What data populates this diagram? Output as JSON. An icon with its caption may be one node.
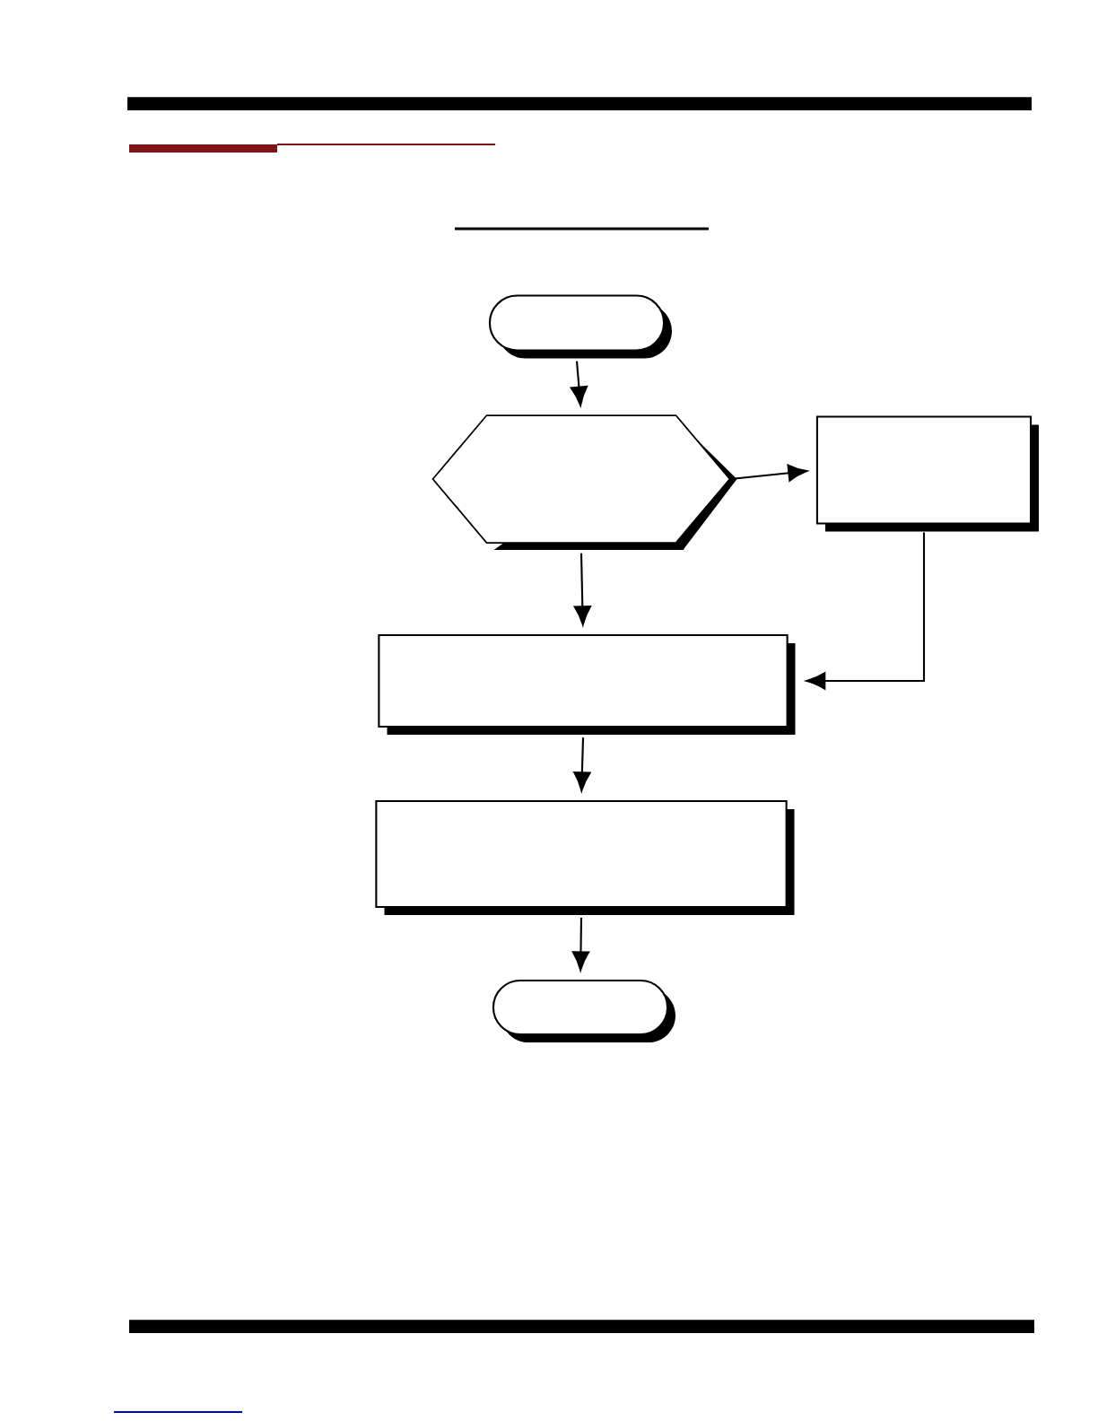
{
  "diagram": {
    "nodes": [
      {
        "text": [],
        "shape": "oval"
      },
      {
        "text": [],
        "shape": "hexagon"
      },
      {
        "text": [],
        "shape": "box"
      },
      {
        "text": [],
        "shape": "box"
      },
      {
        "text": [],
        "shape": "box"
      },
      {
        "text": [],
        "shape": "oval"
      }
    ],
    "edges": [
      {
        "from": 0,
        "to": 1,
        "arrow": "to"
      },
      {
        "from": 1,
        "to": 2,
        "arrow": "to"
      },
      {
        "from": 1,
        "to": 3,
        "arrow": "to"
      },
      {
        "from": 2,
        "to": 3,
        "arrow": "to"
      },
      {
        "from": 3,
        "to": 4,
        "arrow": "to"
      },
      {
        "from": 4,
        "to": 5,
        "arrow": "to"
      }
    ]
  }
}
